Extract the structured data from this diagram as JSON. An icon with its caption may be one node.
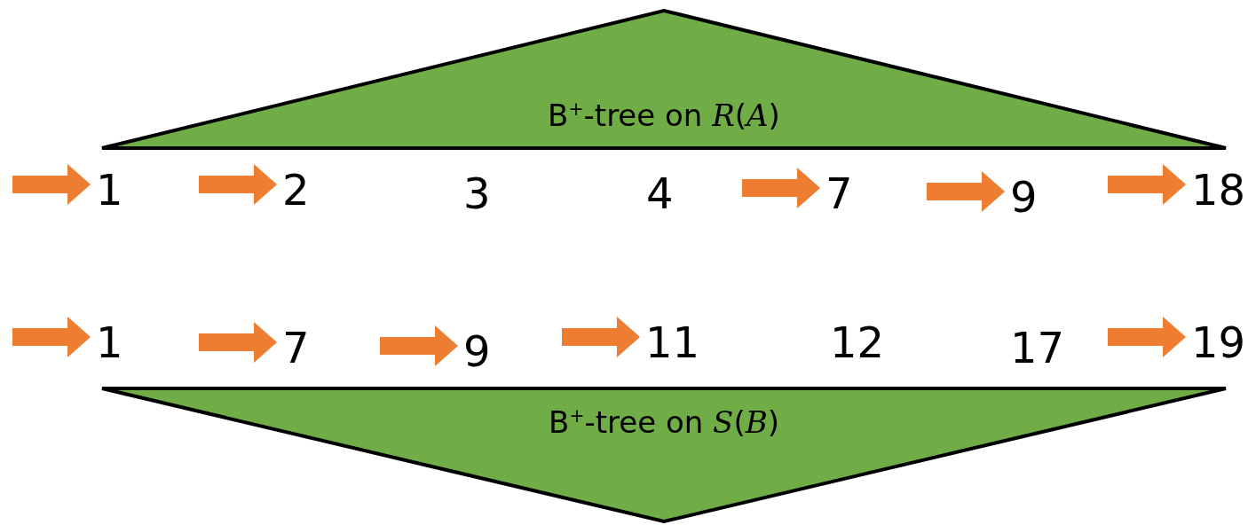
{
  "diagram": {
    "nodes": [
      {
        "text": [
          "B$^{+}$-tree on *R*(*A*)"
        ]
      },
      {
        "text": [
          "1"
        ]
      },
      {
        "text": [
          "2"
        ]
      },
      {
        "text": [
          "3"
        ]
      },
      {
        "text": [
          "4"
        ]
      },
      {
        "text": [
          "7"
        ]
      },
      {
        "text": [
          "9"
        ]
      },
      {
        "text": [
          "18"
        ]
      },
      {
        "text": [
          "1"
        ]
      },
      {
        "text": [
          "7"
        ]
      },
      {
        "text": [
          "9"
        ]
      },
      {
        "text": [
          "11"
        ]
      },
      {
        "text": [
          "12"
        ]
      },
      {
        "text": [
          "17"
        ]
      },
      {
        "text": [
          "19"
        ]
      },
      {
        "text": [
          "B$^{+}$-tree on *S*(*B*)"
        ]
      }
    ],
    "edges": [
      {
        "from": null,
        "to": 1,
        "arrow": "to"
      },
      {
        "from": null,
        "to": 2,
        "arrow": "to"
      },
      {
        "from": null,
        "to": 5,
        "arrow": "to"
      },
      {
        "from": null,
        "to": 6,
        "arrow": "to"
      },
      {
        "from": null,
        "to": 7,
        "arrow": "to"
      },
      {
        "from": null,
        "to": 8,
        "arrow": "to"
      },
      {
        "from": null,
        "to": 9,
        "arrow": "to"
      },
      {
        "from": null,
        "to": 10,
        "arrow": "to"
      },
      {
        "from": null,
        "to": 11,
        "arrow": "to"
      },
      {
        "from": null,
        "to": 14,
        "arrow": "to"
      }
    ]
  }
}
